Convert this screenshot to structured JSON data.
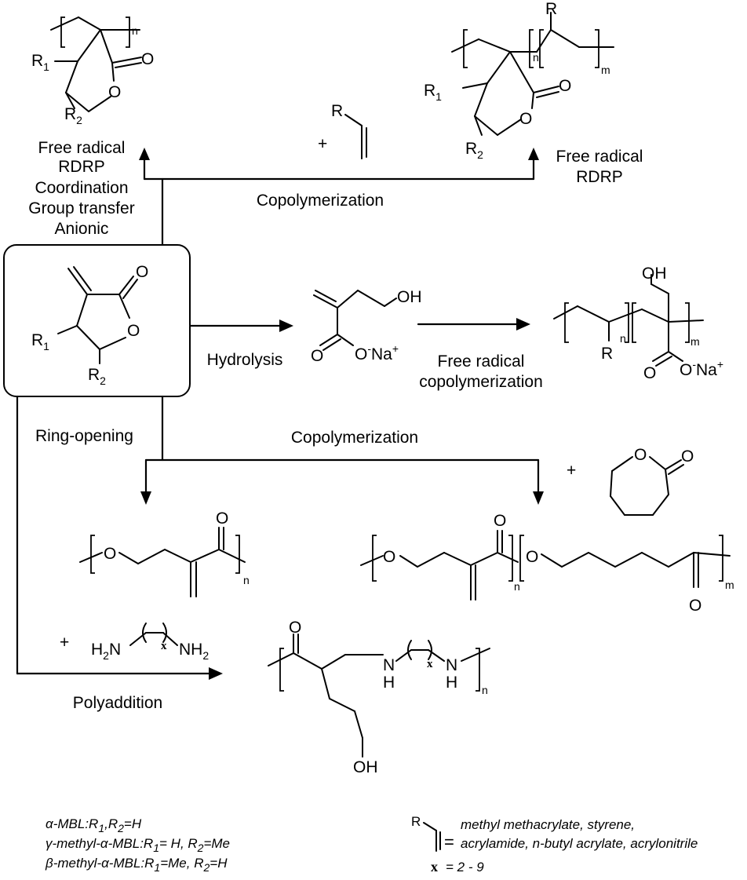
{
  "conditions": {
    "free_radical": "Free radical",
    "rdrp": "RDRP",
    "coordination": "Coordination",
    "group_transfer": "Group transfer",
    "anionic": "Anionic",
    "copolymerization": "Copolymerization",
    "free_radical_right": "Free radical",
    "rdrp_right": "RDRP",
    "hydrolysis": "Hydrolysis",
    "free_radical_2": "Free radical",
    "copolymerization_fr": "copolymerization",
    "ring_opening": "Ring-opening",
    "copolymerization_2": "Copolymerization",
    "polyaddition": "Polyaddition"
  },
  "atoms": {
    "R": "R",
    "R1": "R",
    "R2": "R",
    "sub1": "1",
    "sub2": "2",
    "O": "O",
    "OH": "OH",
    "H": "H",
    "N": "N",
    "NH2": "NH",
    "H2N_H": "H",
    "H2N_N": "N",
    "sub_h2": "2",
    "O_minus": "O",
    "minus": "-",
    "Na": "Na",
    "plus_sup": "+",
    "n": "n",
    "m": "m",
    "x": "x",
    "plus": "+"
  },
  "legend": {
    "alpha": "α-MBL:R",
    "alpha_eq": ",R",
    "alpha_end": "=H",
    "gamma": "γ-methyl-α-MBL:R",
    "gamma_eq": "= H, R",
    "gamma_end": "=Me",
    "beta": "β-methyl-α-MBL:R",
    "beta_eq": "=Me, R",
    "beta_end": "=H",
    "monomers_1": "methyl methacrylate, styrene,",
    "monomers_2": "acrylamide, n-butyl acrylate, acrylonitrile",
    "x_label": "x",
    "x_range": "= 2 - 9",
    "eq": "="
  }
}
